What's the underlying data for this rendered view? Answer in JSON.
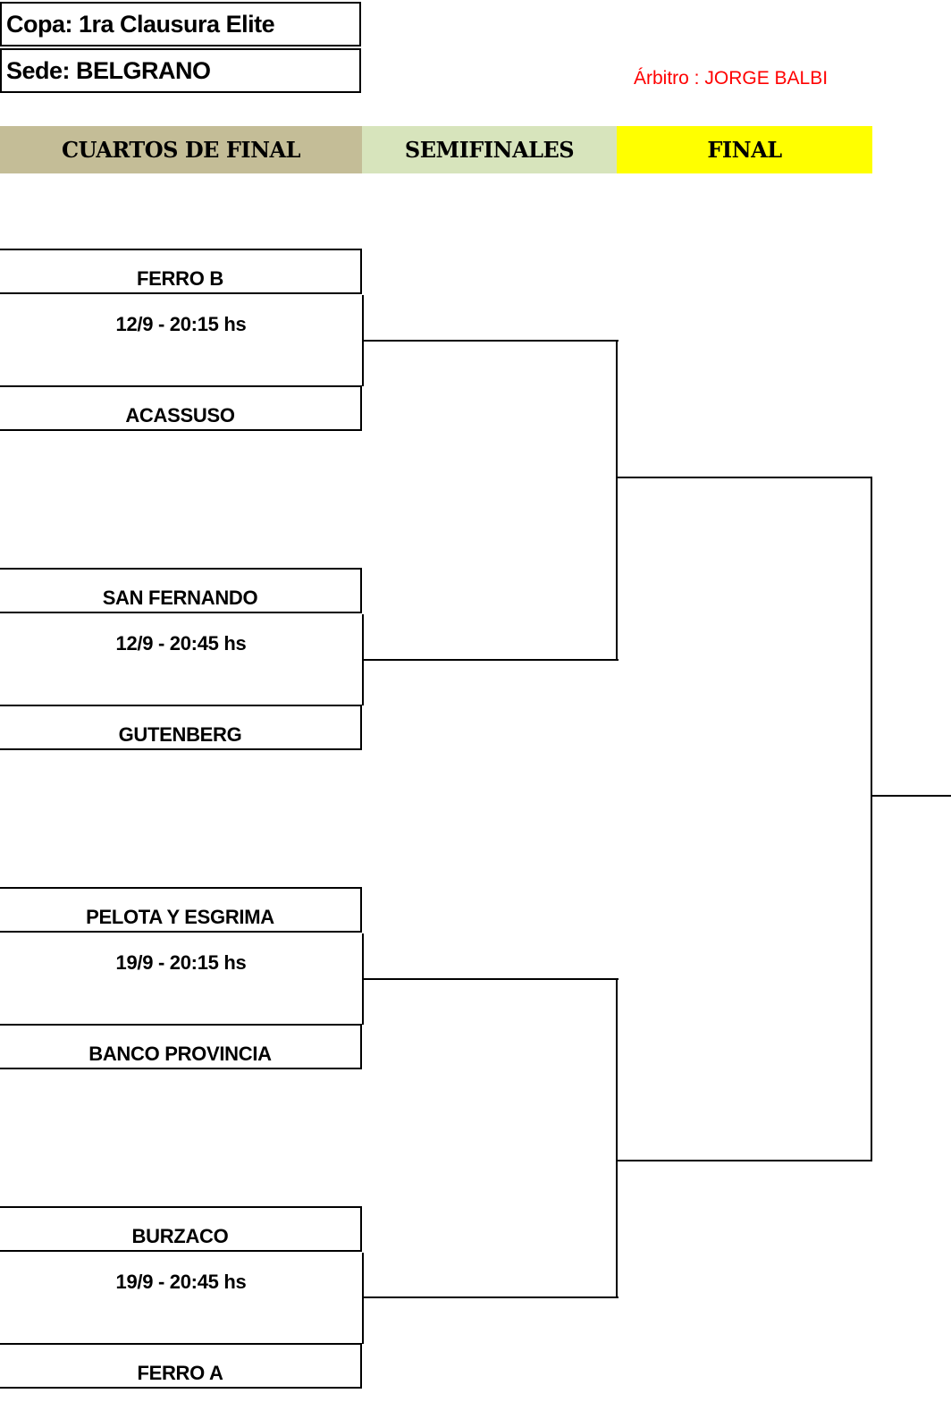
{
  "header": {
    "copa": "Copa: 1ra Clausura Elite",
    "sede": "Sede: BELGRANO",
    "arbitro": "Árbitro : JORGE BALBI"
  },
  "rounds": {
    "cuartos": "CUARTOS DE FINAL",
    "semis": "SEMIFINALES",
    "final": "FINAL"
  },
  "colors": {
    "cuartos_bg": "#c4bd97",
    "semis_bg": "#d7e4bc",
    "final_bg": "#ffff00",
    "referee_text": "#ff0000"
  },
  "matches": [
    {
      "team_a": "FERRO B",
      "date": "12/9 - 20:15 hs",
      "team_b": "ACASSUSO"
    },
    {
      "team_a": "SAN FERNANDO",
      "date": "12/9 - 20:45 hs",
      "team_b": "GUTENBERG"
    },
    {
      "team_a": "PELOTA Y ESGRIMA",
      "date": "19/9 - 20:15 hs",
      "team_b": "BANCO PROVINCIA"
    },
    {
      "team_a": "BURZACO",
      "date": "19/9 - 20:45 hs",
      "team_b": "FERRO A"
    }
  ]
}
